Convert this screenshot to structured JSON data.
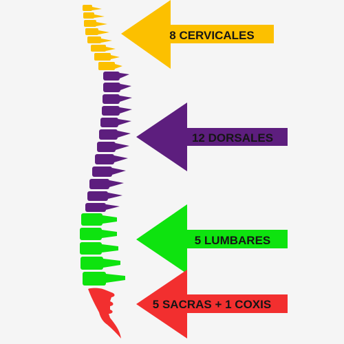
{
  "sections": [
    {
      "key": "cervical",
      "label": "8 CERVICALES",
      "color": "#FCC000"
    },
    {
      "key": "dorsal",
      "label": "12 DORSALES",
      "color": "#5D1E7E"
    },
    {
      "key": "lumbar",
      "label": "5 LUMBARES",
      "color": "#0EE30F"
    },
    {
      "key": "sacral",
      "label": "5 SACRAS + 1 COXIS",
      "color": "#F22F2F"
    }
  ]
}
